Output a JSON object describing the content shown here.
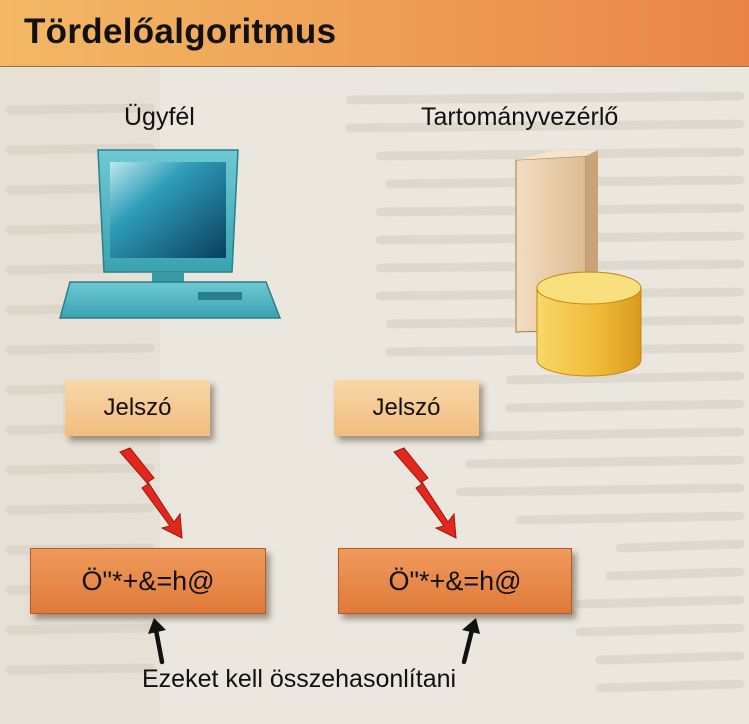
{
  "title": "Tördelőalgoritmus",
  "client": {
    "label": "Ügyfél",
    "password_label": "Jelszó",
    "hash_value": "Ö\"*+&=h@"
  },
  "server": {
    "label": "Tartományvezérlő",
    "password_label": "Jelszó",
    "hash_value": "Ö\"*+&=h@"
  },
  "footer_text": "Ezeket kell összehasonlítani",
  "colors": {
    "title_bar": "#ef9a55",
    "password_box": "#f5c98f",
    "hash_box": "#e88448",
    "lightning": "#e02a1f",
    "computer": "#4fb8c3",
    "server_tower": "#e9cfae",
    "database": "#f2c043"
  },
  "icons": {
    "client": "desktop-computer-icon",
    "server": "server-tower-icon",
    "database": "database-cylinder-icon",
    "hash_step": "lightning-bolt-icon",
    "pointer": "arrow-up-icon"
  }
}
